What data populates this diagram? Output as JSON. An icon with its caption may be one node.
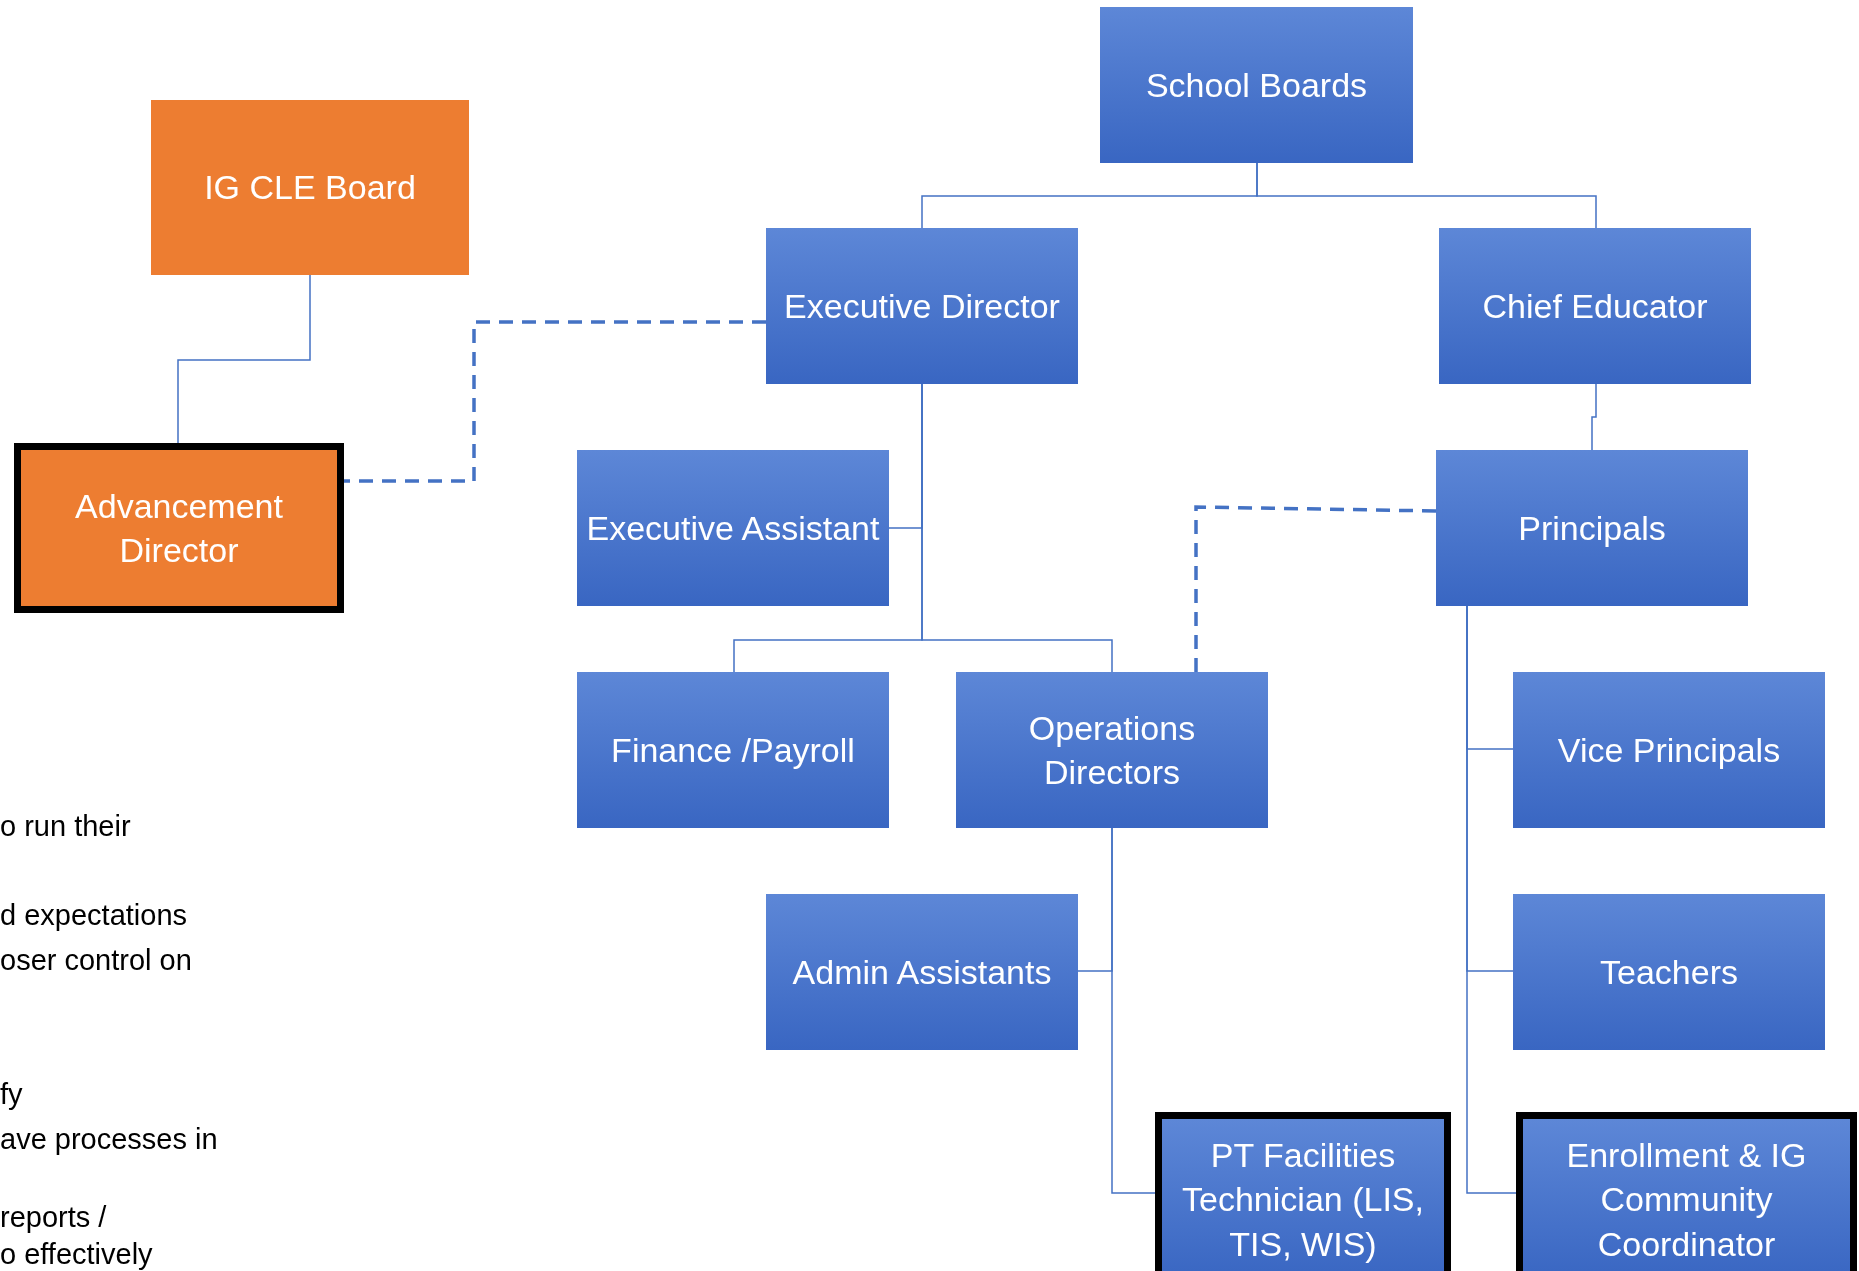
{
  "diagram": {
    "nodes": [
      {
        "text": [
          "School Boards"
        ]
      },
      {
        "text": [
          "IG CLE Board"
        ]
      },
      {
        "text": [
          "Executive Director"
        ]
      },
      {
        "text": [
          "Chief Educator"
        ]
      },
      {
        "text": [
          "Advancement Director"
        ]
      },
      {
        "text": [
          "Executive Assistant"
        ]
      },
      {
        "text": [
          "Principals"
        ]
      },
      {
        "text": [
          "Finance /Payroll"
        ]
      },
      {
        "text": [
          "Operations Directors"
        ]
      },
      {
        "text": [
          "Vice Principals"
        ]
      },
      {
        "text": [
          "Admin Assistants"
        ]
      },
      {
        "text": [
          "Teachers"
        ]
      },
      {
        "text": [
          "PT Facilities Technician  (LIS, TIS, WIS)"
        ]
      },
      {
        "text": [
          "Enrollment & IG Community Coordinator"
        ]
      }
    ],
    "edges": [
      {
        "from": 0,
        "to": 2,
        "arrow": "none"
      },
      {
        "from": 0,
        "to": 3,
        "arrow": "none"
      },
      {
        "from": 1,
        "to": 4,
        "arrow": "none"
      },
      {
        "from": 2,
        "to": 4,
        "arrow": "none",
        "style": "dashed"
      },
      {
        "from": 2,
        "to": 5,
        "arrow": "none"
      },
      {
        "from": 2,
        "to": 7,
        "arrow": "none"
      },
      {
        "from": 2,
        "to": 8,
        "arrow": "none"
      },
      {
        "from": 3,
        "to": 6,
        "arrow": "none"
      },
      {
        "from": 6,
        "to": 8,
        "arrow": "none",
        "style": "dashed"
      },
      {
        "from": 6,
        "to": 9,
        "arrow": "none"
      },
      {
        "from": 6,
        "to": 11,
        "arrow": "none"
      },
      {
        "from": 6,
        "to": 13,
        "arrow": "none"
      },
      {
        "from": 8,
        "to": 10,
        "arrow": "none"
      },
      {
        "from": 8,
        "to": 12,
        "arrow": "none"
      }
    ],
    "labels": [
      "o run their",
      "d expectations",
      "oser control on",
      "fy",
      "ave processes in",
      "reports /",
      "o effectively"
    ]
  }
}
